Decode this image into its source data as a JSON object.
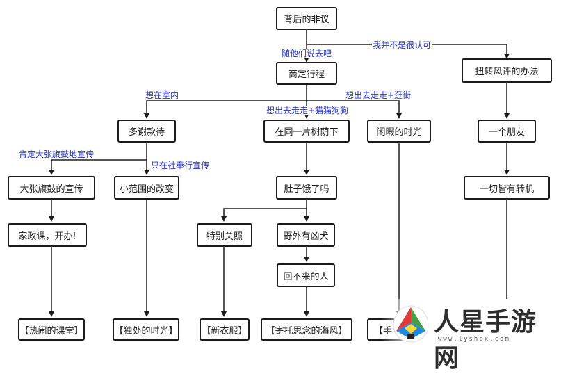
{
  "nodes": {
    "root": "背后的非议",
    "plan": "商定行程",
    "turnaround": "扭转风评的办法",
    "hospitality": "多谢款待",
    "tree_shade": "在同一片树荫下",
    "leisure": "闲暇的时光",
    "friend": "一个朋友",
    "promote_loud": "大张旗鼓的宣传",
    "small_change": "小范围的改变",
    "hungry": "肚子饿了吗",
    "turning_point": "一切皆有转机",
    "home_ec": "家政课，开办!",
    "special_care": "特别关照",
    "wild_dog": "野外有凶犬",
    "no_return": "回不来的人",
    "end_class": "【热闹的课堂】",
    "end_alone": "【独处的时光】",
    "end_clothes": "【新衣服】",
    "end_sea": "【寄托思念的海风】",
    "end_partial": "【手"
  },
  "edge_labels": {
    "let_them": "随他们说去吧",
    "disagree": "我并不是很认可",
    "indoor": "想在室内",
    "go_out_cat_dog": "想出去走走+猫猫狗狗",
    "go_out_stroll": "想出去走走+逛街",
    "promote_loud": "肯定大张旗鼓地宣传",
    "promote_club": "只在社奉行宣传"
  },
  "watermark": {
    "title": "人星手游网",
    "url": "www.lyshbx.com"
  },
  "colors": {
    "line": "#1b1b1b",
    "edge_label": "#2233cc"
  }
}
